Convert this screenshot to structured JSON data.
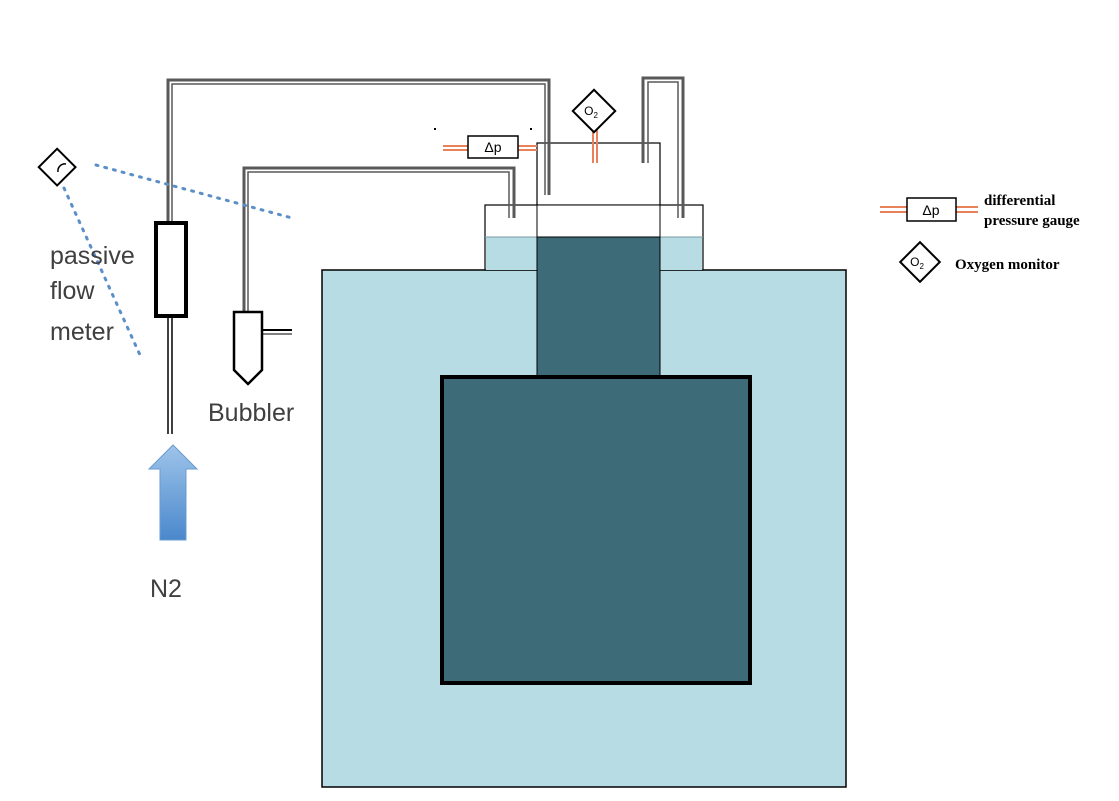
{
  "labels": {
    "flow_meter_line1": "passive",
    "flow_meter_line2": "flow",
    "flow_meter_line3": "meter",
    "bubbler": "Bubbler",
    "gas": "N2"
  },
  "legend": {
    "dp_symbol": "Δp",
    "dp_label_line1": "differential",
    "dp_label_line2": "pressure gauge",
    "o2_symbol": "O",
    "o2_subscript": "2",
    "o2_label": "Oxygen monitor"
  },
  "colors": {
    "bath": "#b7dce3",
    "vessel": "#3d6b78",
    "tube": "#595959",
    "connector": "#e8825a",
    "arrow_top": "#9ec4ea",
    "arrow_bottom": "#4a88cc",
    "dotted": "#5b8fc8"
  }
}
